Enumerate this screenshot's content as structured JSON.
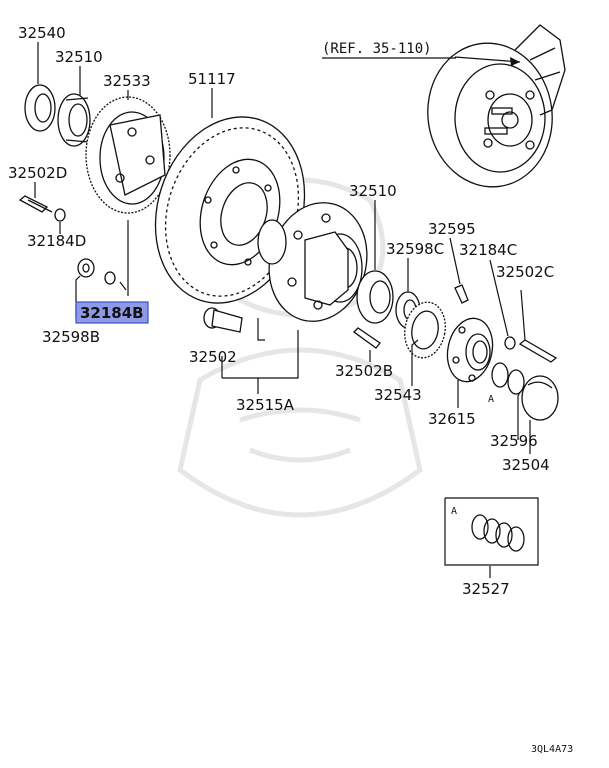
{
  "diagram": {
    "ref_label": "(REF. 35-110)",
    "drawing_code": "3QL4A73",
    "kit_marker": "A",
    "highlight_color": "#8f9ae6",
    "parts": [
      {
        "id": "p32540",
        "number": "32540"
      },
      {
        "id": "p32510a",
        "number": "32510"
      },
      {
        "id": "p32533",
        "number": "32533"
      },
      {
        "id": "p51117",
        "number": "51117"
      },
      {
        "id": "p32502d",
        "number": "32502D"
      },
      {
        "id": "p32184d",
        "number": "32184D"
      },
      {
        "id": "p32184b",
        "number": "32184B"
      },
      {
        "id": "p32598b",
        "number": "32598B"
      },
      {
        "id": "p32510b",
        "number": "32510"
      },
      {
        "id": "p32595",
        "number": "32595"
      },
      {
        "id": "p32598c",
        "number": "32598C"
      },
      {
        "id": "p32184c",
        "number": "32184C"
      },
      {
        "id": "p32502c",
        "number": "32502C"
      },
      {
        "id": "p32502",
        "number": "32502"
      },
      {
        "id": "p32502b",
        "number": "32502B"
      },
      {
        "id": "p32543",
        "number": "32543"
      },
      {
        "id": "p32615",
        "number": "32615"
      },
      {
        "id": "p32596",
        "number": "32596"
      },
      {
        "id": "p32504",
        "number": "32504"
      },
      {
        "id": "p32515a",
        "number": "32515A"
      },
      {
        "id": "p32527",
        "number": "32527"
      }
    ]
  }
}
